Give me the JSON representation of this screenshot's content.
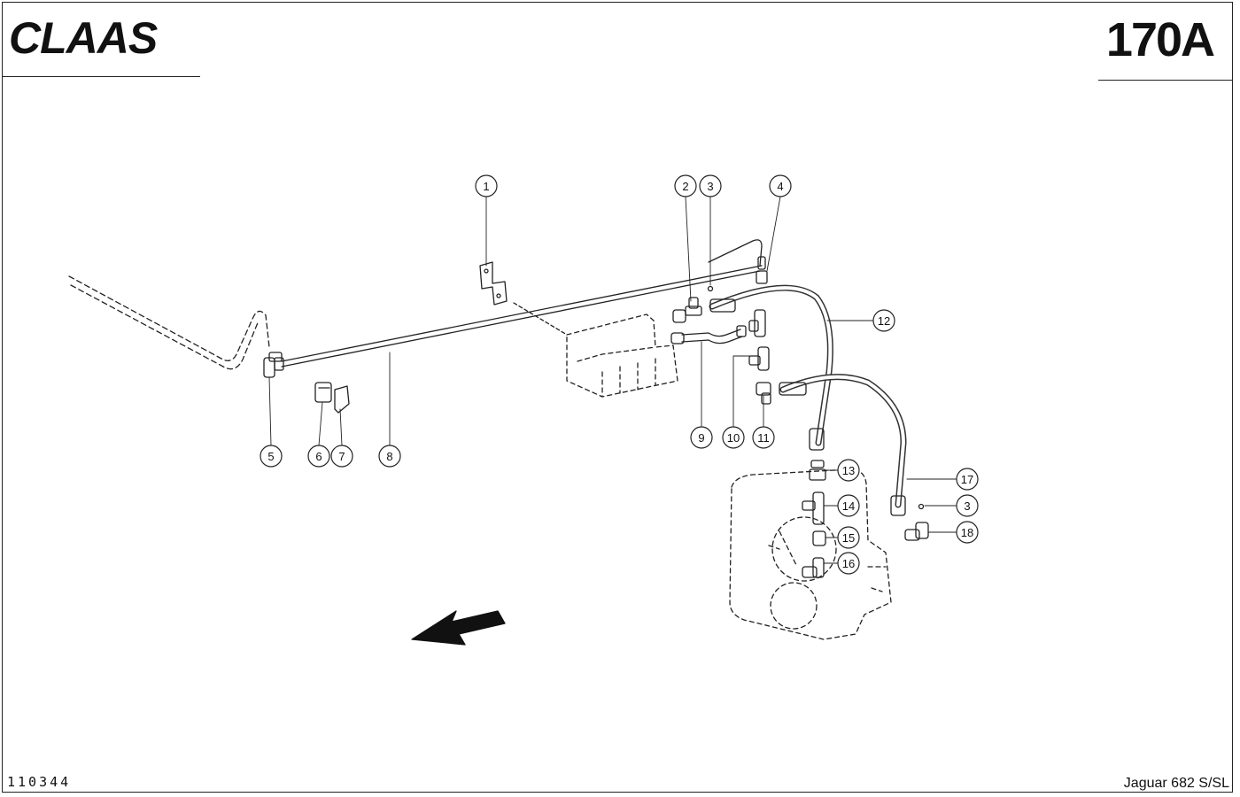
{
  "header": {
    "brand": "CLAAS",
    "page_code": "170A"
  },
  "footer": {
    "drawing_number": "110344",
    "model": "Jaguar 682 S/SL"
  },
  "callouts": [
    {
      "label": "1"
    },
    {
      "label": "2"
    },
    {
      "label": "3"
    },
    {
      "label": "4"
    },
    {
      "label": "5"
    },
    {
      "label": "6"
    },
    {
      "label": "7"
    },
    {
      "label": "8"
    },
    {
      "label": "9"
    },
    {
      "label": "10"
    },
    {
      "label": "11"
    },
    {
      "label": "12"
    },
    {
      "label": "13"
    },
    {
      "label": "14"
    },
    {
      "label": "15"
    },
    {
      "label": "16"
    },
    {
      "label": "17"
    },
    {
      "label": "3"
    },
    {
      "label": "18"
    }
  ]
}
